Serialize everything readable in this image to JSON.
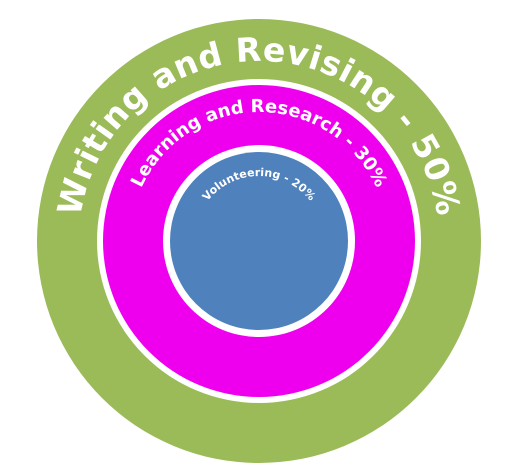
{
  "rings": {
    "outer": {
      "label": "Writing and Revising - 50%",
      "color": "#9bbb59"
    },
    "middle": {
      "label": "Learning and Research - 30%",
      "color": "#ee00ee"
    },
    "inner": {
      "label": "Volunteering - 20%",
      "color": "#4f81bd"
    },
    "separator_color": "#ffffff"
  }
}
